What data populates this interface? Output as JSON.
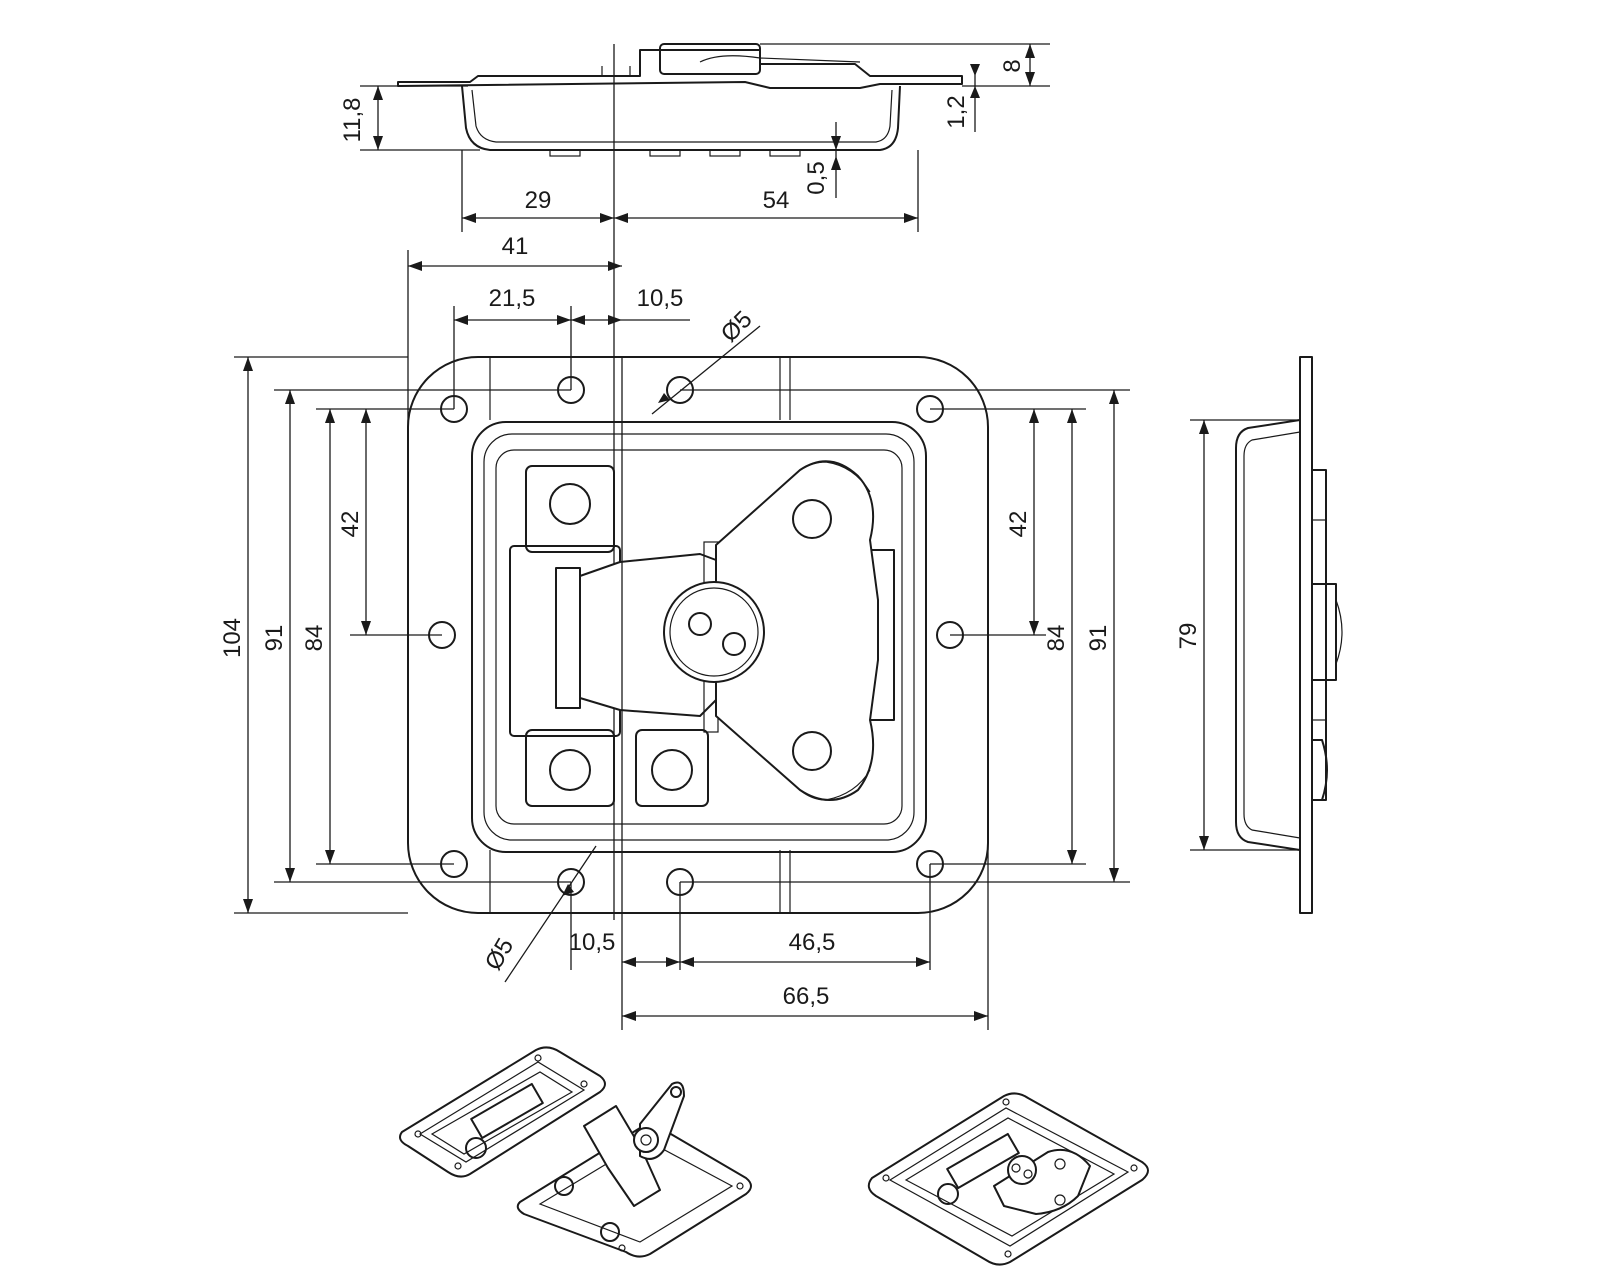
{
  "drawing": {
    "subject": "butterfly latch technical drawing",
    "line_color": "#1a1a1a",
    "background": "#ffffff"
  },
  "dimensions": {
    "side_view": {
      "height_total": "11,8",
      "flange_thickness": "1,2",
      "top_height": "8",
      "bottom_offset": "0,5",
      "left_width": "29",
      "right_width": "54"
    },
    "front_view": {
      "left_hole_offset": "41",
      "hole_spacing_left": "21,5",
      "hole_spacing_right_top": "10,5",
      "hole_diameter_top": "Ø5",
      "hole_diameter_bottom": "Ø5",
      "bottom_offset_left": "10,5",
      "bottom_offset_right": "46,5",
      "overall_right": "66,5",
      "left_height_total": "104",
      "left_height_91": "91",
      "left_height_84": "84",
      "left_height_42": "42",
      "right_height_42": "42",
      "right_height_84": "84",
      "right_height_91": "91"
    },
    "end_view": {
      "height": "79"
    }
  },
  "views": [
    {
      "name": "top side view",
      "icon": "side-view-icon"
    },
    {
      "name": "front view",
      "icon": "front-view-icon"
    },
    {
      "name": "end view",
      "icon": "end-view-icon"
    },
    {
      "name": "isometric open",
      "icon": "isometric-open-icon"
    },
    {
      "name": "isometric closed",
      "icon": "isometric-closed-icon"
    }
  ]
}
